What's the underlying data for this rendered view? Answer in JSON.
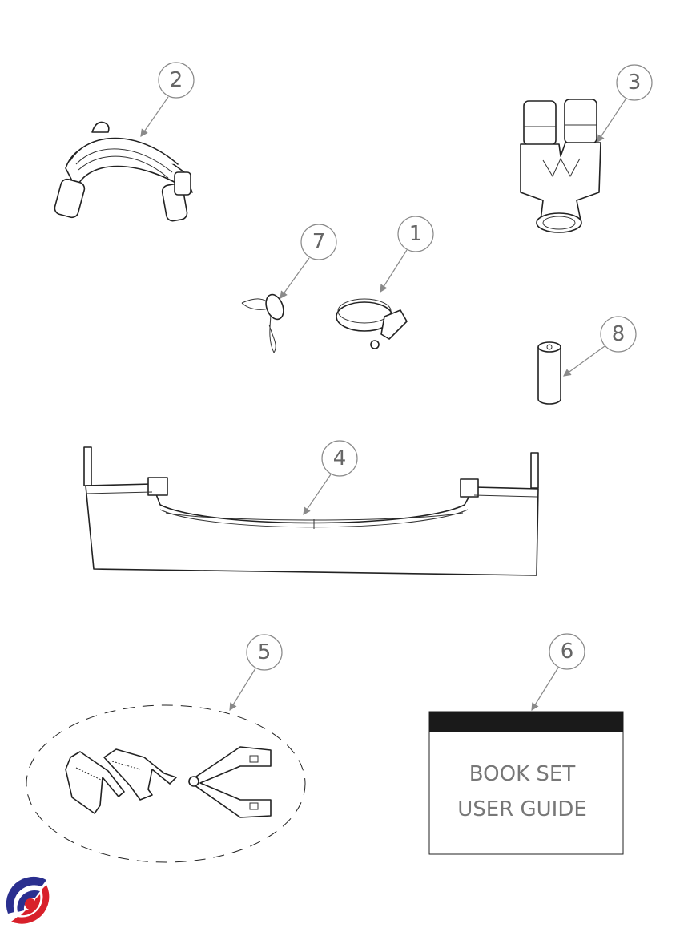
{
  "callouts": {
    "c1": "1",
    "c2": "2",
    "c3": "3",
    "c4": "4",
    "c5": "5",
    "c6": "6",
    "c7": "7",
    "c8": "8"
  },
  "book": {
    "line1": "BOOK SET",
    "line2": "USER GUIDE"
  },
  "logo": {
    "colors": {
      "blue": "#2a2f8f",
      "red": "#d8202a"
    }
  }
}
